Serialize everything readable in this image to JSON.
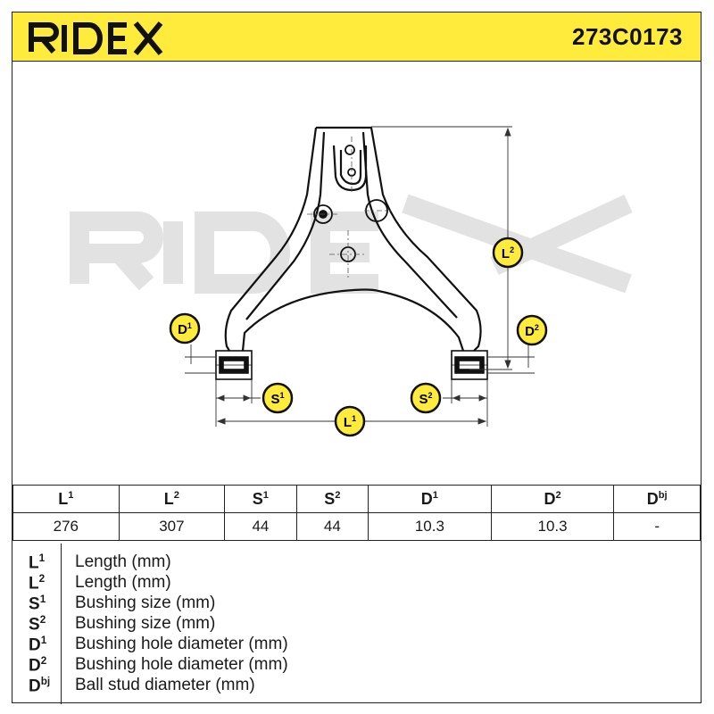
{
  "header": {
    "brand": "RIDEX",
    "part_number": "273C0173",
    "background": "#ffeb3b"
  },
  "watermark": "RIDEX",
  "dimension_labels": {
    "L1": {
      "base": "L",
      "sup": "1"
    },
    "L2": {
      "base": "L",
      "sup": "2"
    },
    "S1": {
      "base": "S",
      "sup": "1"
    },
    "S2": {
      "base": "S",
      "sup": "2"
    },
    "D1": {
      "base": "D",
      "sup": "1"
    },
    "D2": {
      "base": "D",
      "sup": "2"
    }
  },
  "table": {
    "headers": [
      {
        "base": "L",
        "sup": "1"
      },
      {
        "base": "L",
        "sup": "2"
      },
      {
        "base": "S",
        "sup": "1"
      },
      {
        "base": "S",
        "sup": "2"
      },
      {
        "base": "D",
        "sup": "1"
      },
      {
        "base": "D",
        "sup": "2"
      },
      {
        "base": "D",
        "sup": "bj"
      }
    ],
    "values": [
      "276",
      "307",
      "44",
      "44",
      "10.3",
      "10.3",
      "-"
    ]
  },
  "legend": [
    {
      "base": "L",
      "sup": "1",
      "description": "Length (mm)"
    },
    {
      "base": "L",
      "sup": "2",
      "description": "Length (mm)"
    },
    {
      "base": "S",
      "sup": "1",
      "description": "Bushing size (mm)"
    },
    {
      "base": "S",
      "sup": "2",
      "description": "Bushing size (mm)"
    },
    {
      "base": "D",
      "sup": "1",
      "description": "Bushing hole diameter (mm)"
    },
    {
      "base": "D",
      "sup": "2",
      "description": "Bushing hole diameter (mm)"
    },
    {
      "base": "D",
      "sup": "bj",
      "description": "Ball stud diameter (mm)"
    }
  ],
  "colors": {
    "accent": "#ffeb3b",
    "line": "#222222",
    "watermark": "#e3e3e3"
  }
}
